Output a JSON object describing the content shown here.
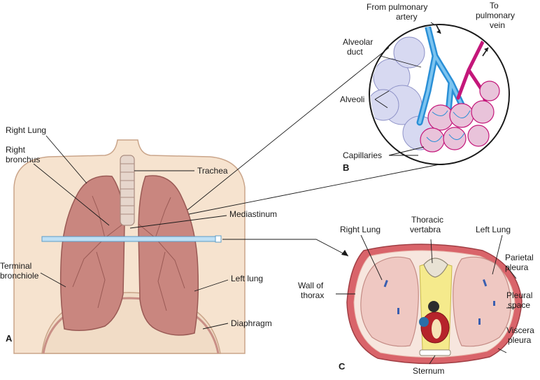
{
  "panels": {
    "a": "A",
    "b": "B",
    "c": "C"
  },
  "panel_a": {
    "right_lung": "Right Lung",
    "right_bronchus_1": "Right",
    "right_bronchus_2": "bronchus",
    "trachea": "Trachea",
    "mediastinum": "Mediastinum",
    "terminal_bronchiole_1": "Terminal",
    "terminal_bronchiole_2": "bronchiole",
    "left_lung": "Left lung",
    "diaphragm": "Diaphragm"
  },
  "panel_b": {
    "from_artery_1": "From pulmonary",
    "from_artery_2": "artery",
    "to_vein_1": "To",
    "to_vein_2": "pulmonary",
    "to_vein_3": "vein",
    "alveolar_duct_1": "Alveolar",
    "alveolar_duct_2": "duct",
    "alveoli": "Alveoli",
    "capillaries": "Capillaries"
  },
  "panel_c": {
    "right_lung": "Right Lung",
    "thoracic_1": "Thoracic",
    "thoracic_2": "vertabra",
    "left_lung": "Left Lung",
    "parietal_1": "Parietal",
    "parietal_2": "pleura",
    "pleural_space_1": "Pleural",
    "pleural_space_2": "space",
    "visceral_1": "Viscera",
    "visceral_2": "pleura",
    "wall_1": "Wall of",
    "wall_2": "thorax",
    "sternum": "Sternum"
  }
}
